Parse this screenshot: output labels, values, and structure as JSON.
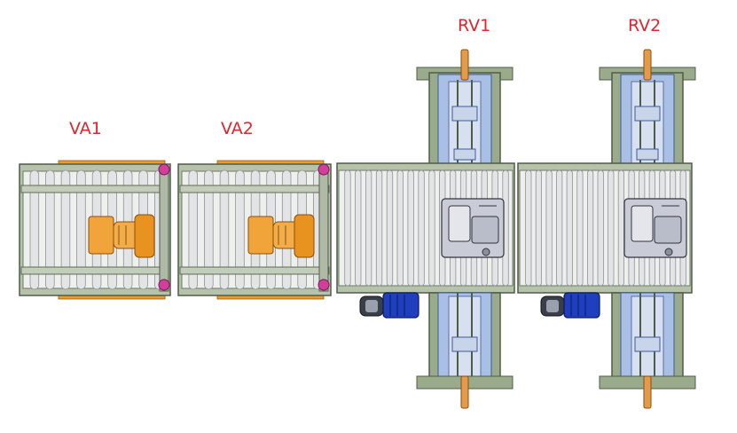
{
  "labels": {
    "va1": "VA1",
    "va2": "VA2",
    "rv1": "RV1",
    "rv2": "RV2"
  },
  "colors": {
    "label": "#e0252b",
    "frame": "#9aab8c",
    "frame_dark": "#5d6b55",
    "roller": "#e2e4e6",
    "roller_edge": "#8f9296",
    "orange": "#ef9a2a",
    "magenta": "#d23f9a",
    "lift_blue": "#a9bfe3",
    "motor_blue": "#1f3fbf",
    "device_gray": "#c9ccd6"
  }
}
